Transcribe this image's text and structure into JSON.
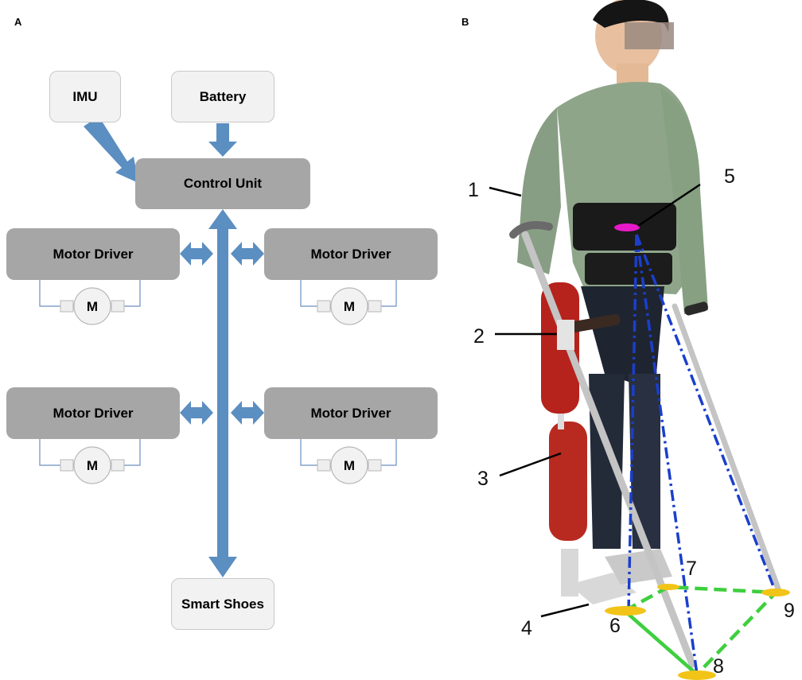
{
  "panel_a": {
    "label": "A",
    "imu": "IMU",
    "battery": "Battery",
    "control_unit": "Control Unit",
    "motor_driver_tl": "Motor Driver",
    "motor_driver_tr": "Motor Driver",
    "motor_driver_bl": "Motor Driver",
    "motor_driver_br": "Motor Driver",
    "motor_symbol": "M",
    "smart_shoes": "Smart Shoes"
  },
  "panel_b": {
    "label": "B",
    "callouts": [
      "1",
      "2",
      "3",
      "4",
      "5",
      "6",
      "7",
      "8",
      "9"
    ]
  },
  "colors": {
    "arrow": "#5b8ec1",
    "box_light": "#f2f2f2",
    "box_dark": "#a6a6a6",
    "triangle": "#3ecf3e",
    "center_line": "#1a3fcc",
    "marker": "#f2c418",
    "pelvis_marker": "#e619c8"
  }
}
